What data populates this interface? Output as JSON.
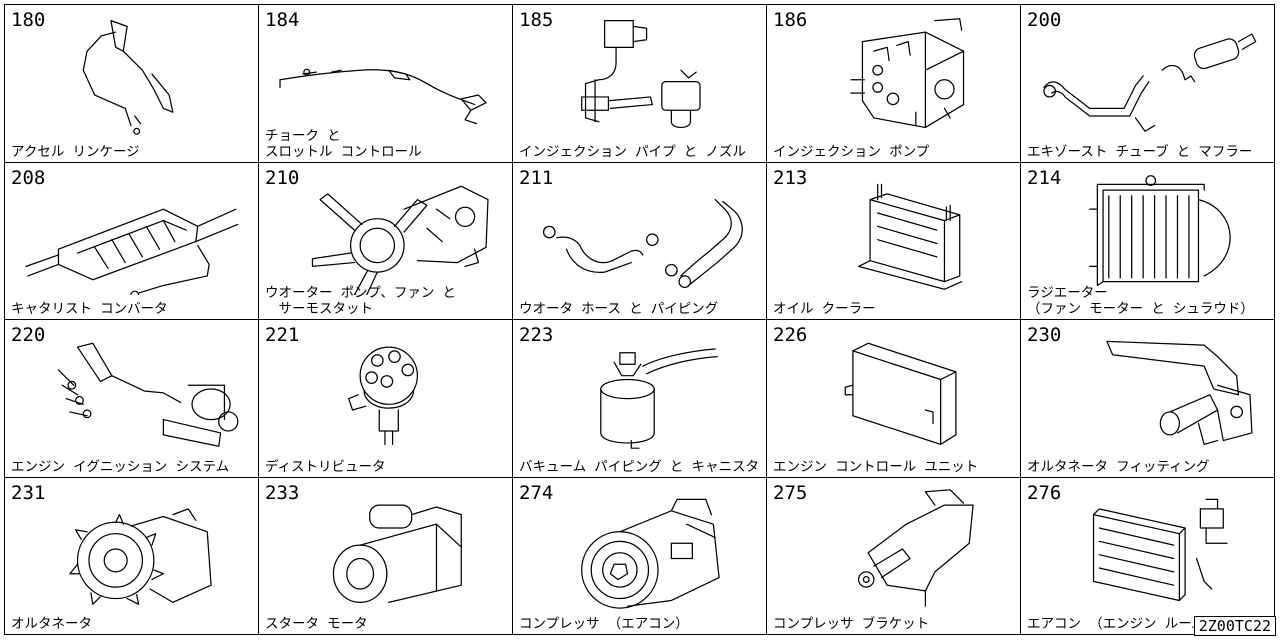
{
  "cells": [
    {
      "number": "180",
      "label": "アクセル リンケージ",
      "icon": "accelerator-linkage"
    },
    {
      "number": "184",
      "label": "チョーク と\nスロットル コントロール",
      "icon": "choke-throttle-cable"
    },
    {
      "number": "185",
      "label": "インジェクション パイプ と ノズル",
      "icon": "injection-pipe-nozzle"
    },
    {
      "number": "186",
      "label": "インジェクション ポンプ",
      "icon": "injection-pump"
    },
    {
      "number": "200",
      "label": "エキゾースト チューブ と マフラー",
      "icon": "exhaust-muffler"
    },
    {
      "number": "208",
      "label": "キャタリスト コンバータ",
      "icon": "catalytic-converter"
    },
    {
      "number": "210",
      "label": "ウオーター ポンプ、ファン と\n　サーモスタット",
      "icon": "water-pump-fan"
    },
    {
      "number": "211",
      "label": "ウオータ ホース と パイピング",
      "icon": "water-hose"
    },
    {
      "number": "213",
      "label": "オイル クーラー",
      "icon": "oil-cooler"
    },
    {
      "number": "214",
      "label": "ラジエーター\n（ファン モーター と シュラウド）",
      "icon": "radiator"
    },
    {
      "number": "220",
      "label": "エンジン イグニッション システム",
      "icon": "ignition-system"
    },
    {
      "number": "221",
      "label": "ディストリビュータ",
      "icon": "distributor"
    },
    {
      "number": "223",
      "label": "バキューム パイピング と キャニスタ",
      "icon": "vacuum-canister"
    },
    {
      "number": "226",
      "label": "エンジン コントロール ユニット",
      "icon": "engine-control-unit"
    },
    {
      "number": "230",
      "label": "オルタネータ フィッティング",
      "icon": "alternator-bracket"
    },
    {
      "number": "231",
      "label": "オルタネータ",
      "icon": "alternator"
    },
    {
      "number": "233",
      "label": "スタータ モータ",
      "icon": "starter-motor"
    },
    {
      "number": "274",
      "label": "コンプレッサ （エアコン）",
      "icon": "ac-compressor"
    },
    {
      "number": "275",
      "label": "コンプレッサ ブラケット",
      "icon": "compressor-bracket"
    },
    {
      "number": "276",
      "label": "エアコン （エンジン ルーム）",
      "icon": "ac-engine-room"
    }
  ],
  "diagram_code": "2Z00TC22"
}
